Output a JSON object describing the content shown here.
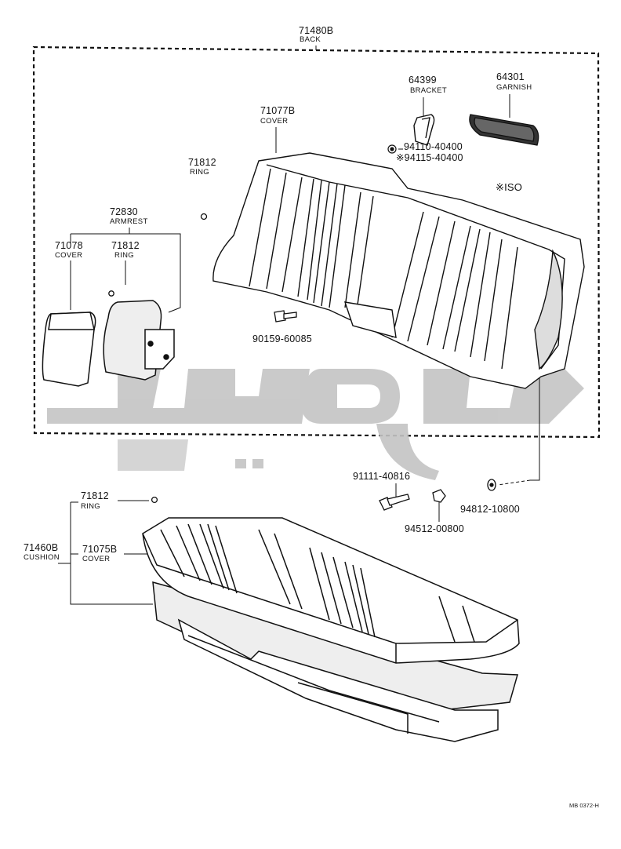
{
  "diagram": {
    "back_assy": {
      "part_no": "71480B",
      "name": "BACK"
    },
    "bracket": {
      "part_no": "64399",
      "name": "BRACKET"
    },
    "garnish": {
      "part_no": "64301",
      "name": "GARNISH"
    },
    "back_cover": {
      "part_no": "71077B",
      "name": "COVER"
    },
    "nut_a": {
      "part_no": "94110-40400"
    },
    "nut_b": {
      "part_no": "※94115-40400"
    },
    "iso_note": "※ISO",
    "ring_back": {
      "part_no": "71812",
      "name": "RING"
    },
    "armrest": {
      "part_no": "72830",
      "name": "ARMREST"
    },
    "armrest_cover": {
      "part_no": "71078",
      "name": "COVER"
    },
    "armrest_ring": {
      "part_no": "71812",
      "name": "RING"
    },
    "bolt_back": {
      "part_no": "90159-60085"
    },
    "bolt_cushion": {
      "part_no": "91111-40816"
    },
    "washer": {
      "part_no": "94812-10800"
    },
    "nut_cushion": {
      "part_no": "94512-00800"
    },
    "ring_cushion": {
      "part_no": "71812",
      "name": "RING"
    },
    "cushion_assy": {
      "part_no": "71460B",
      "name": "CUSHION"
    },
    "cushion_cover": {
      "part_no": "71075B",
      "name": "COVER"
    },
    "figure_ref": "MB 0372-H"
  },
  "colors": {
    "ink": "#111111",
    "watermark": "#c4c4c4"
  }
}
